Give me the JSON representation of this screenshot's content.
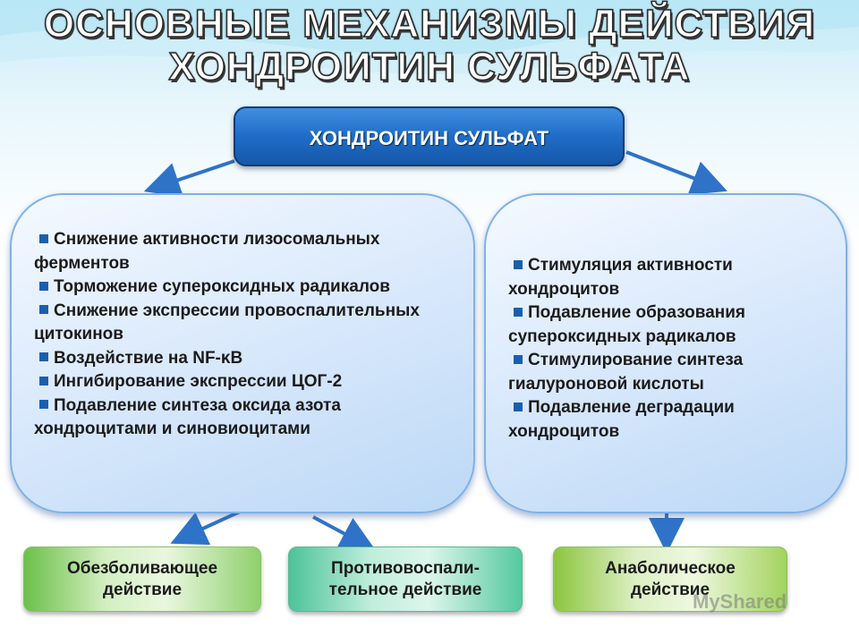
{
  "title": {
    "line1": "ОСНОВНЫЕ МЕХАНИЗМЫ ДЕЙСТВИЯ",
    "line2": "ХОНДРОИТИН СУЛЬФАТА"
  },
  "center": {
    "label": "ХОНДРОИТИН СУЛЬФАТ"
  },
  "left_panel": {
    "items": [
      "Снижение активности лизосомальных ферментов",
      "Торможение супероксидных радикалов",
      "Снижение экспрессии провоспалительных  цитокинов",
      "Воздействие на NF-κB",
      "Ингибирование экспрессии ЦОГ-2",
      "Подавление синтеза оксида азота хондроцитами и синовиоцитами"
    ]
  },
  "right_panel": {
    "items": [
      "Стимуляция активности хондроцитов",
      "Подавление образования супероксидных радикалов",
      "Стимулирование синтеза гиалуроновой кислоты",
      "Подавление деградации хондроцитов"
    ]
  },
  "effects": {
    "analgesic": "Обезболивающее действие",
    "antiinflammatory": "Противовоспали-тельное действие",
    "anabolic": "Анаболическое действие"
  },
  "watermark": "MyShared",
  "colors": {
    "accent": "#1f6cc7",
    "arrow": "#2f73c9",
    "bullet": "#1a5fae"
  }
}
